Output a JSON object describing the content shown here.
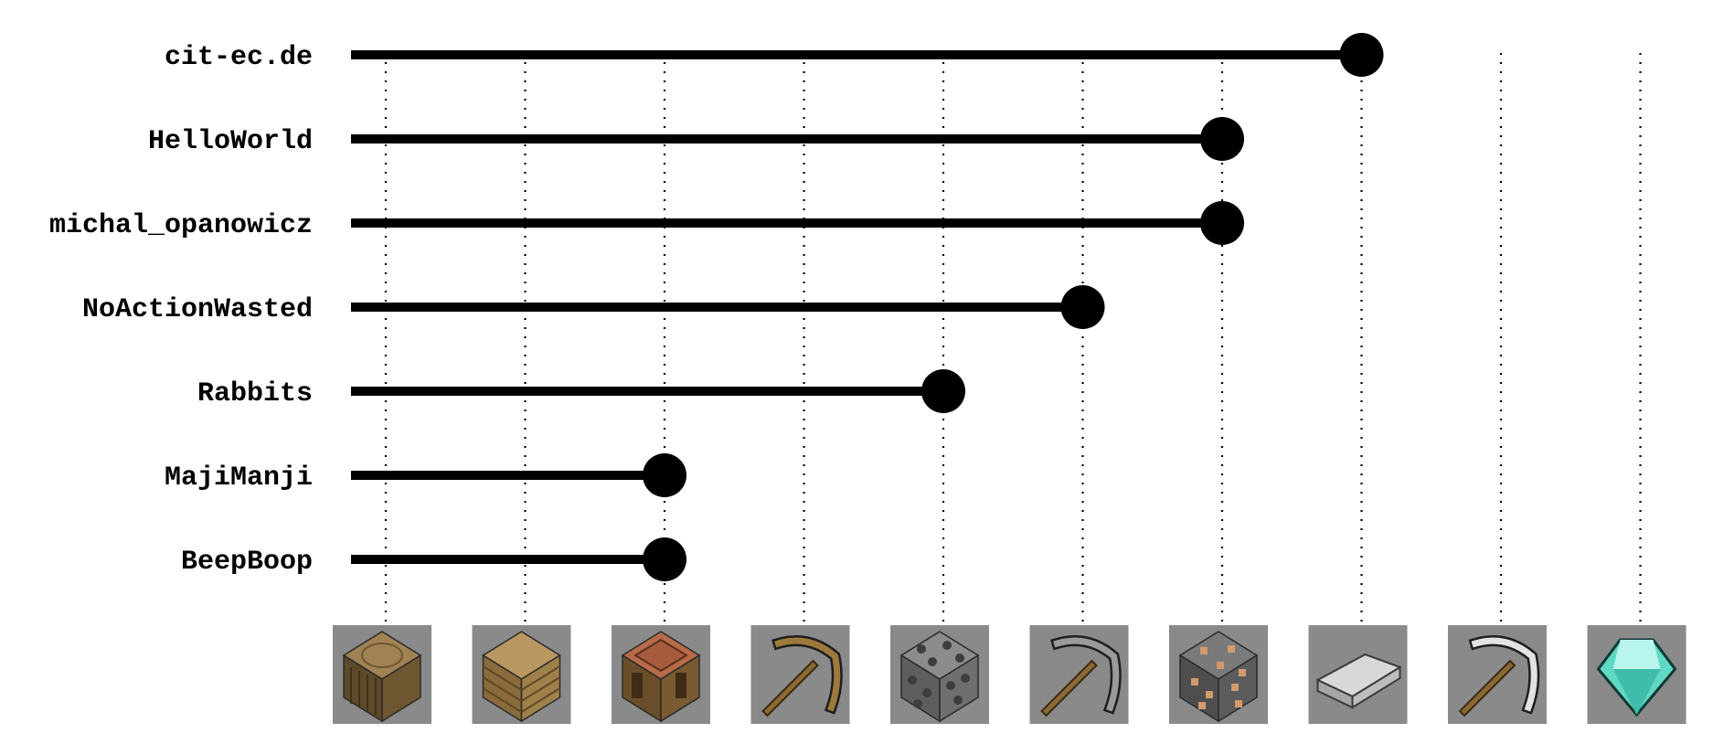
{
  "chart_data": {
    "type": "lollipop",
    "title": "",
    "xlabel": "",
    "ylabel": "",
    "grid": "vertical-dotted",
    "x_categories": [
      {
        "name": "Wood log",
        "icon": "wood-log-icon"
      },
      {
        "name": "Wooden planks",
        "icon": "wood-planks-icon"
      },
      {
        "name": "Crafting table",
        "icon": "crafting-table-icon"
      },
      {
        "name": "Wooden pickaxe",
        "icon": "wooden-pickaxe-icon"
      },
      {
        "name": "Cobblestone",
        "icon": "cobblestone-icon"
      },
      {
        "name": "Stone pickaxe",
        "icon": "stone-pickaxe-icon"
      },
      {
        "name": "Iron ore",
        "icon": "iron-ore-icon"
      },
      {
        "name": "Iron ingot",
        "icon": "iron-ingot-icon"
      },
      {
        "name": "Iron pickaxe",
        "icon": "iron-pickaxe-icon"
      },
      {
        "name": "Diamond",
        "icon": "diamond-icon"
      }
    ],
    "rows": [
      {
        "label": "cit-ec.de",
        "value": 8
      },
      {
        "label": "HelloWorld",
        "value": 7
      },
      {
        "label": "michal_opanowicz",
        "value": 7
      },
      {
        "label": "NoActionWasted",
        "value": 6
      },
      {
        "label": "Rabbits",
        "value": 5
      },
      {
        "label": "MajiManji",
        "value": 3
      },
      {
        "label": "BeepBoop",
        "value": 3
      }
    ]
  }
}
